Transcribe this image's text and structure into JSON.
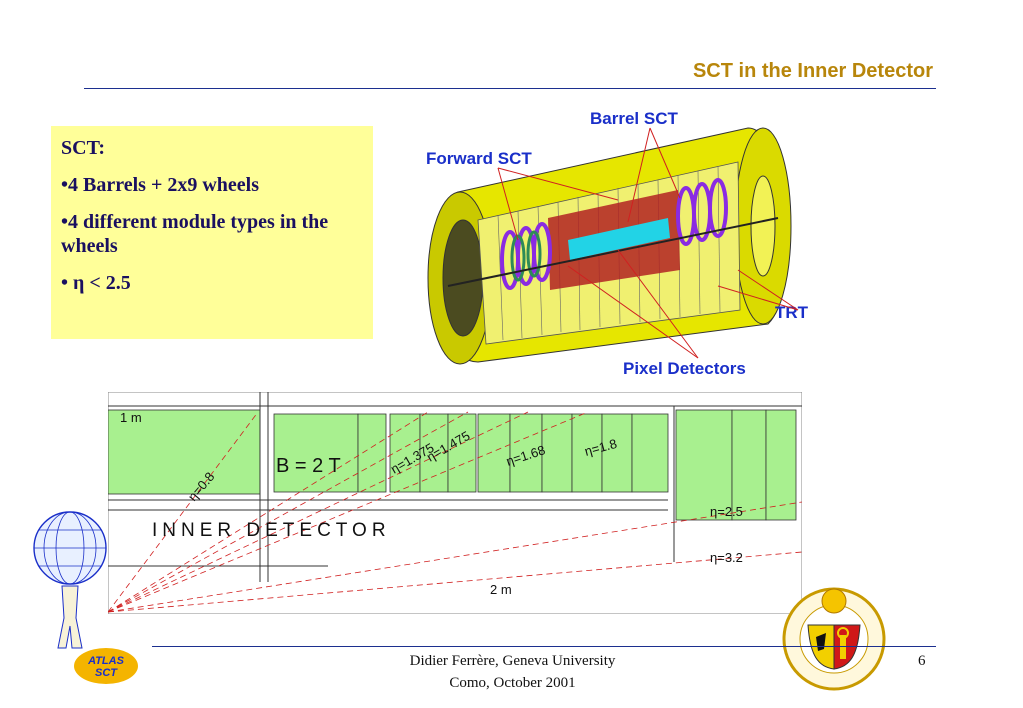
{
  "header": {
    "title": "SCT in the Inner Detector"
  },
  "info_box": {
    "heading": "SCT:",
    "bullets": [
      "•4 Barrels + 2x9 wheels",
      "•4 different module types in the wheels",
      "• η < 2.5"
    ]
  },
  "detector_figure": {
    "labels": {
      "barrel_sct": "Barrel SCT",
      "forward_sct": "Forward SCT",
      "trt": "TRT",
      "pixel": "Pixel Detectors"
    }
  },
  "cross_section": {
    "scale_1m": "1 m",
    "scale_2m": "2 m",
    "field": "B = 2 T",
    "inner_detector": "INNER DETECTOR",
    "eta_labels": [
      "η=0.8",
      "η=1.375",
      "η=1.475",
      "η=1.68",
      "η=1.8",
      "η=2.5",
      "η=3.2"
    ]
  },
  "logos": {
    "atlas_line1": "ATLAS",
    "atlas_line2": "SCT"
  },
  "footer": {
    "author": "Didier Ferrère, Geneva University",
    "venue": "Como, October 2001",
    "page": "6"
  },
  "colors": {
    "title": "#b8860b",
    "rule": "#1c2f8f",
    "box": "#ffff99",
    "label_blue": "#1a2fc9",
    "module_green": "#a8f08f"
  }
}
